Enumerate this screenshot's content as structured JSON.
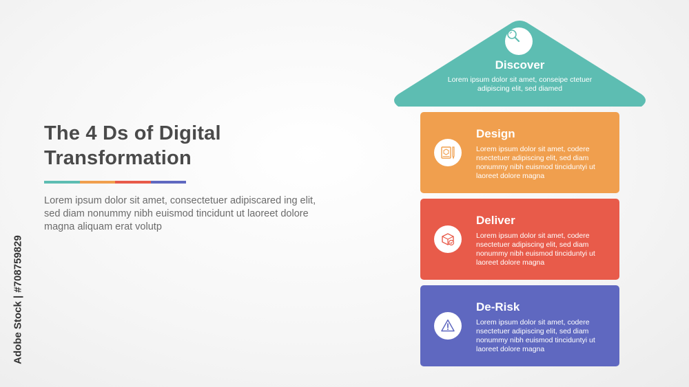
{
  "heading": {
    "title": "The 4 Ds of Digital\nTransformation",
    "description": "Lorem ipsum dolor sit amet, consectetuer adipiscared ing elit, sed diam nonummy nibh euismod tincidunt ut laoreet dolore magna aliquam erat volutp"
  },
  "colors": {
    "discover": "#5dbdb2",
    "design": "#f09f4e",
    "deliver": "#e85b4a",
    "derisk": "#5f68c0",
    "title_text": "#4a4a4a"
  },
  "steps": {
    "discover": {
      "title": "Discover",
      "description": "Lorem ipsum dolor sit amet, conseipe ctetuer adipiscing elit, sed diamed",
      "icon": "magnifier-icon"
    },
    "design": {
      "title": "Design",
      "description": "Lorem ipsum dolor sit amet, codere nsectetuer adipiscing elit, sed diam nonummy nibh euismod tinciduntyi ut laoreet dolore magna",
      "icon": "design-tools-icon"
    },
    "deliver": {
      "title": "Deliver",
      "description": "Lorem ipsum dolor sit amet, codere nsectetuer adipiscing elit, sed diam nonummy nibh euismod tinciduntyi ut laoreet dolore magna",
      "icon": "delivery-box-icon"
    },
    "derisk": {
      "title": "De-Risk",
      "description": "Lorem ipsum dolor sit amet, codere nsectetuer adipiscing elit, sed diam nonummy nibh euismod tinciduntyi ut laoreet dolore magna",
      "icon": "warning-icon"
    }
  },
  "watermark": {
    "side_text": "Adobe Stock | #708759829"
  }
}
